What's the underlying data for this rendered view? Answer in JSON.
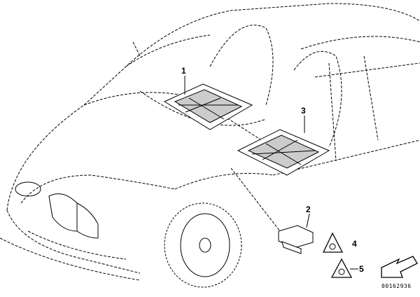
{
  "diagram": {
    "callouts": [
      {
        "number": "1",
        "part": "seat-occupancy-mat-front-left"
      },
      {
        "number": "2",
        "part": "control-unit"
      },
      {
        "number": "3",
        "part": "seat-occupancy-mat-front-right"
      },
      {
        "number": "4",
        "part": "warning-label"
      },
      {
        "number": "5",
        "part": "warning-label"
      }
    ],
    "drawing_code": "00162936"
  }
}
